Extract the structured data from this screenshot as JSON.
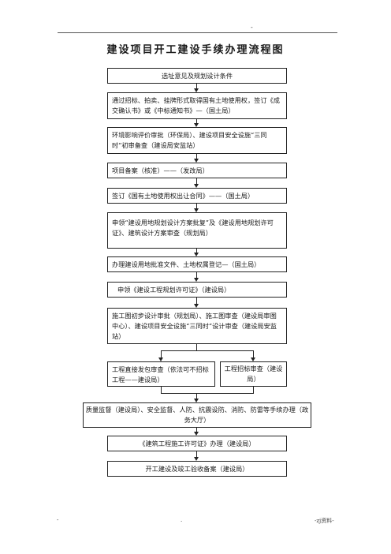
{
  "header": {
    "mark": "-"
  },
  "title": "建设项目开工建设手续办理流程图",
  "steps": [
    "选址意见及规划设计条件",
    "通过招标、拍卖、挂牌形式取得国有土地使用权，签订《成交确认书》或《中标通知书》—（国土局）",
    "环境影响评价审批（环保局）、建设项目安全设施“三同时”初审备查（建设局安监站）",
    "项目备案（核准）——（发改局）",
    "签订《国有土地使用权出让合同》——（国土局）",
    "申领“建设用地规划设计方案批复”及《建设用地规划许可证》、建筑设计方案审查（规划局）",
    "办理建设用地批准文件、土地权属登记—（国土局）",
    "申领《建设工程规划许可证》（建设局）",
    "施工图初步设计审批（规划局）、施工图审查（建设局审图中心）、建设项目安全设施“三同时”设计审查（建设局安监站）"
  ],
  "branches": {
    "left": "工程直接发包审查（依法可不招标工程——建设局）",
    "right": "工程招标审查（建设局）"
  },
  "steps_after": [
    "质量监督（建设局）、安全监督、人防、抗震设防、消防、防雷等手续办理（政务大厅）",
    "《建筑工程施工许可证》办理（建设局）",
    "开工建设及竣工验收备案（建设局）"
  ],
  "footer": {
    "left": "-",
    "middle": ".",
    "right": "-zj资料-"
  }
}
